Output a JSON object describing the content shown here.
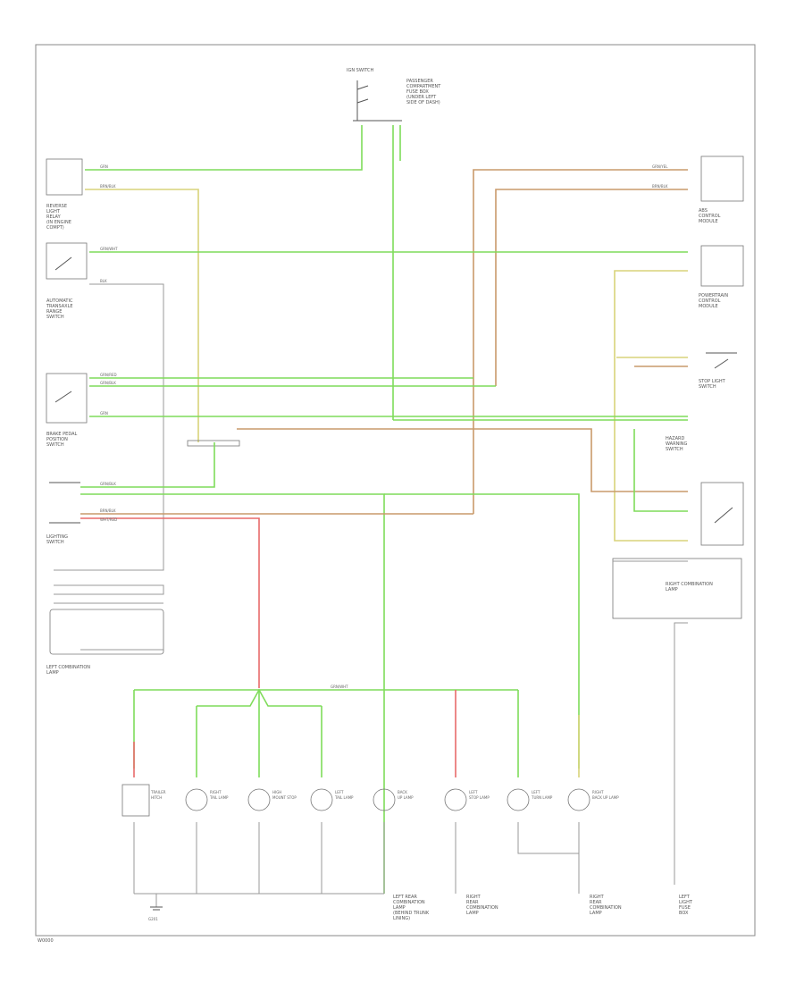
{
  "diagram": {
    "footer_code": "W0000",
    "components": {
      "ignition_switch": {
        "label": "IGN SWITCH",
        "sub": [
          "PASSENGER",
          "COMPARTMENT",
          "FUSE BOX",
          "(UNDER LEFT",
          "SIDE OF DASH)"
        ]
      },
      "reverse_relay": {
        "label": "REVERSE",
        "sub": [
          "LIGHT",
          "RELAY",
          "(IN ENGINE",
          "COMPT)"
        ]
      },
      "abs_module": {
        "label": "ABS",
        "sub": [
          "CONTROL",
          "MODULE"
        ]
      },
      "range_switch": {
        "label": "AUTOMATIC",
        "sub": [
          "TRANSAXLE",
          "RANGE",
          "SWITCH"
        ]
      },
      "brake_switch": {
        "label": "BRAKE PEDAL",
        "sub": [
          "POSITION",
          "SWITCH"
        ]
      },
      "light_switch": {
        "label": "LIGHTING",
        "sub": [
          "SWITCH"
        ]
      },
      "left_combo": {
        "label": "LEFT COMBINATION",
        "sub": [
          "LAMP"
        ]
      },
      "right_combo": {
        "label": "RIGHT COMBINATION",
        "sub": [
          "LAMP"
        ]
      },
      "pcm": {
        "label": "POWERTRAIN",
        "sub": [
          "CONTROL",
          "MODULE"
        ]
      },
      "hazard": {
        "label": "HAZARD",
        "sub": [
          "WARNING",
          "SWITCH"
        ]
      },
      "stoplight_switch": {
        "label": "STOP LIGHT",
        "sub": [
          "SWITCH"
        ]
      },
      "ground": {
        "label": "G201"
      }
    },
    "lamps": [
      {
        "label": "TRAILER",
        "sub": "HITCH"
      },
      {
        "label": "RIGHT",
        "sub": "TAIL LAMP"
      },
      {
        "label": "HIGH",
        "sub": "MOUNT STOP"
      },
      {
        "label": "LEFT",
        "sub": "TAIL LAMP"
      },
      {
        "label": "BACK",
        "sub": "UP LAMP"
      },
      {
        "label": "LEFT",
        "sub": "STOP LAMP"
      },
      {
        "label": "LEFT",
        "sub": "TURN LAMP"
      },
      {
        "label": "RIGHT",
        "sub": "BACK UP LAMP"
      }
    ],
    "bottom_notes": [
      {
        "lines": [
          "LEFT REAR",
          "COMBINATION",
          "LAMP",
          "(BEHIND TRUNK",
          "LINING)"
        ]
      },
      {
        "lines": [
          "RIGHT",
          "REAR",
          "COMBINATION",
          "LAMP"
        ]
      },
      {
        "lines": [
          "RIGHT",
          "REAR",
          "COMBINATION",
          "LAMP"
        ]
      },
      {
        "lines": [
          "LEFT",
          "LIGHT",
          "FUSE",
          "BOX"
        ]
      }
    ],
    "wire_tags": [
      "GRN",
      "GRN/BLK",
      "GRN/WHT",
      "BLK",
      "BRN/BLK",
      "GRN/YEL",
      "WHT/RED",
      "GRN/RED"
    ]
  }
}
